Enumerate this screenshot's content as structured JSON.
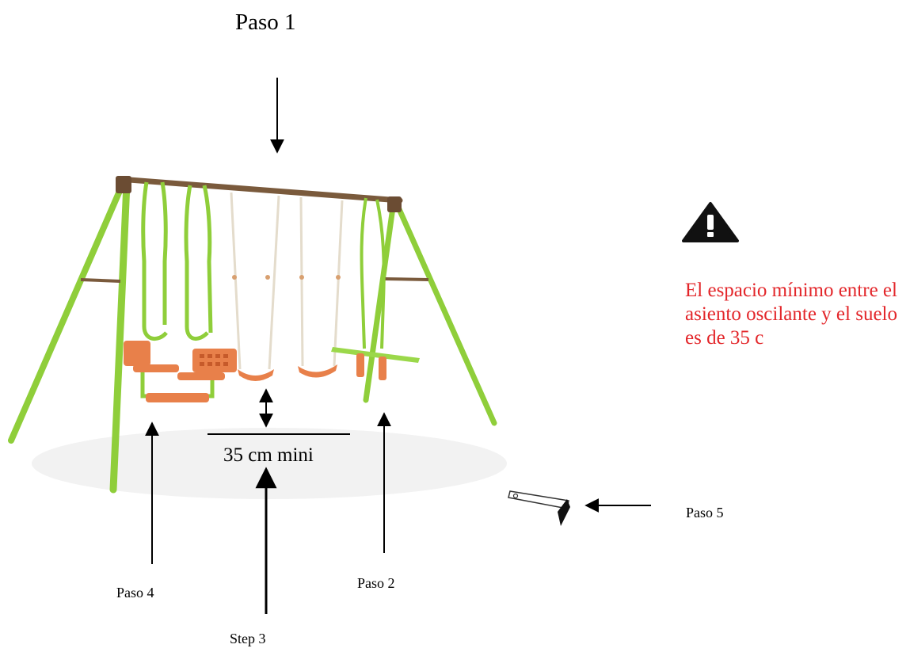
{
  "labels": {
    "step1": "Paso 1",
    "step2": "Paso 2",
    "step3": "Step 3",
    "step4": "Paso 4",
    "step5": "Paso 5",
    "clearance": "35 cm mini"
  },
  "warning": {
    "icon": "warning-triangle-icon",
    "text": "El espacio mínimo entre el asiento oscilante y el suelo es de 35 c"
  },
  "colors": {
    "frame_green": "#8fce3a",
    "beam_brown": "#7a5a3c",
    "seat_orange": "#e8804a",
    "warning_red": "#e3262a",
    "arrow": "#000000"
  }
}
